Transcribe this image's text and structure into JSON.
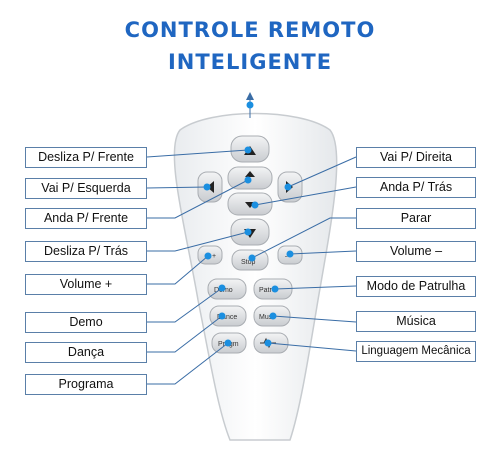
{
  "title_line1": "CONTROLE REMOTO",
  "title_line2": "INTELIGENTE",
  "labels_left": {
    "deslizar_frente": "Desliza P/ Frente",
    "vai_esquerda": "Vai P/ Esquerda",
    "anda_frente": "Anda P/ Frente",
    "deslizar_tras": "Desliza P/ Trás",
    "volume_up": "Volume +",
    "demo": "Demo",
    "danca": "Dança",
    "programa": "Programa"
  },
  "labels_right": {
    "vai_direita": "Vai P/ Direita",
    "anda_tras": "Anda P/ Trás",
    "parar": "Parar",
    "volume_down": "Volume –",
    "patrulha": "Modo de Patrulha",
    "musica": "Música",
    "linguagem": "Linguagem Mecânica"
  },
  "buttons": {
    "stop": "Stop",
    "demo": "Demo",
    "patrol": "Patro",
    "dance": "Dance",
    "music": "Mus",
    "program": "Progm",
    "vol_up": "+",
    "vol_down": "–"
  },
  "colors": {
    "accent": "#1f66c1",
    "dot": "#1b8fe0",
    "line": "#3a6da6"
  }
}
